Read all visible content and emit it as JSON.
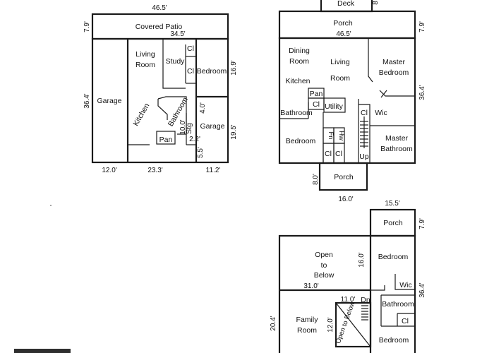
{
  "ground_floor": {
    "rooms": {
      "covered_patio": "Covered Patio",
      "garage_left": "Garage",
      "living_room_line1": "Living",
      "living_room_line2": "Room",
      "study": "Study",
      "closet_1": "Cl",
      "closet_2": "Cl",
      "bedroom": "Bedroom",
      "kitchen": "Kitchen",
      "bathroom": "Bathroom",
      "pantry": "Pan",
      "storage": "Stg",
      "garage_right": "Garage"
    },
    "dimensions": {
      "top_width": "46.5'",
      "patio_depth": "7.9'",
      "inner_width": "34.5'",
      "left_depth": "36.4'",
      "right_upper_depth": "16.9'",
      "right_lower_depth": "19.5'",
      "bath_width": "4.0'",
      "bath_depth": "10.0'",
      "stg_width": "2.2'",
      "small_depth": "5.5'",
      "bottom_left": "12.0'",
      "bottom_mid": "23.3'",
      "bottom_right": "11.2'"
    }
  },
  "main_floor": {
    "rooms": {
      "deck": "Deck",
      "porch_top": "Porch",
      "dining_line1": "Dining",
      "dining_line2": "Room",
      "living_line1": "Living",
      "living_line2": "Room",
      "master_bedroom_line1": "Master",
      "master_bedroom_line2": "Bedroom",
      "kitchen": "Kitchen",
      "pantry": "Pan",
      "closet_a": "Cl",
      "utility": "Utility",
      "bathroom": "Bathroom",
      "closet_b": "Cl",
      "wic": "Wic",
      "fn": "Fn",
      "hw": "Hw",
      "bedroom": "Bedroom",
      "closet_c": "Cl",
      "closet_d": "Cl",
      "up": "Up",
      "master_bath_line1": "Master",
      "master_bath_line2": "Bathroom",
      "porch_bottom": "Porch"
    },
    "dimensions": {
      "deck_depth": "8",
      "porch_depth": "7.9'",
      "width": "46.5'",
      "depth": "36.4'",
      "porch_bottom_depth": "8.0'",
      "porch_bottom_width": "16.0'"
    }
  },
  "upper_floor": {
    "rooms": {
      "porch": "Porch",
      "open_line1": "Open",
      "open_line2": "to",
      "open_line3": "Below",
      "bedroom_top": "Bedroom",
      "wic": "Wic",
      "bathroom": "Bathroom",
      "closet": "Cl",
      "bedroom_bottom": "Bedroom",
      "family_line1": "Family",
      "family_line2": "Room",
      "stair_open": "Open to Below",
      "dn": "Dn"
    },
    "dimensions": {
      "porch_width": "15.5'",
      "porch_depth": "7.9'",
      "open_depth": "16.0'",
      "open_width": "31.0'",
      "right_depth": "36.4'",
      "left_depth": "20.4'",
      "stair_width": "11.0'",
      "stair_depth": "12.0'"
    }
  }
}
